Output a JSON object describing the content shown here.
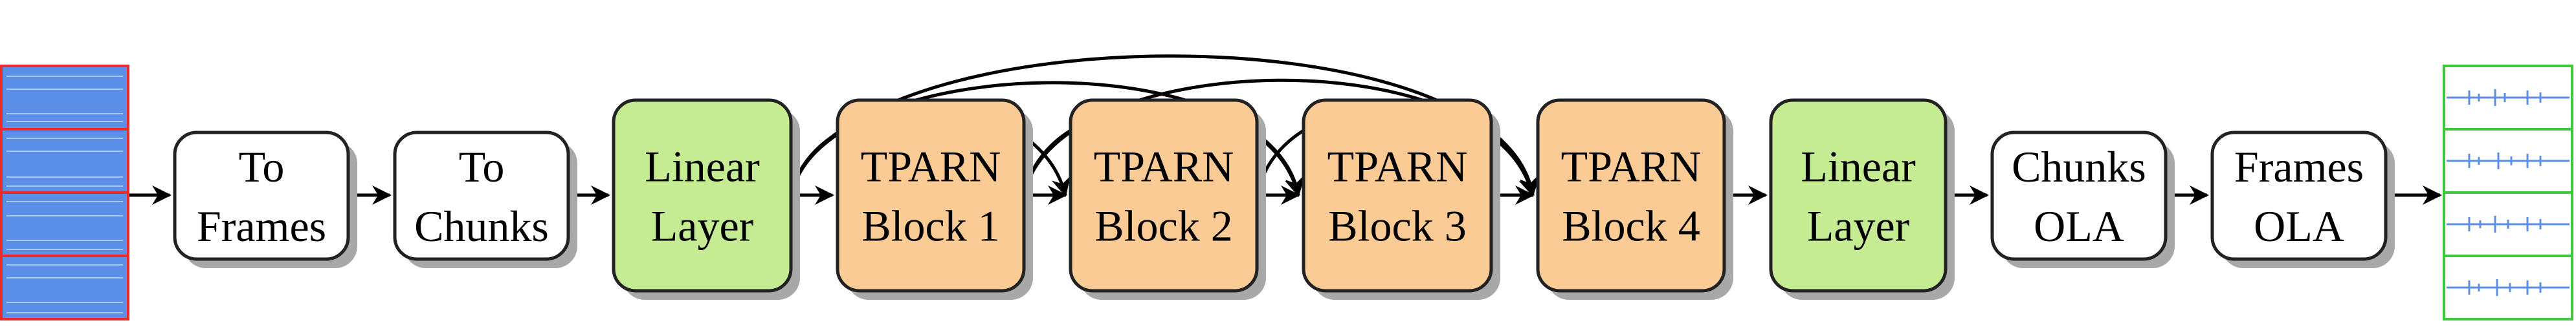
{
  "diagram": {
    "input_wave": {
      "color": "#5b8fe8",
      "frame_color": "#ee2b2b",
      "count": 4
    },
    "output_wave": {
      "color": "#5b8fe8",
      "frame_color": "#3ec73e",
      "count": 4
    },
    "blocks": [
      {
        "id": "to-frames",
        "lines": [
          "To",
          "Frames"
        ],
        "kind": "plain"
      },
      {
        "id": "to-chunks",
        "lines": [
          "To",
          "Chunks"
        ],
        "kind": "plain"
      },
      {
        "id": "linear-1",
        "lines": [
          "Linear",
          "Layer"
        ],
        "kind": "linear"
      },
      {
        "id": "tparn-1",
        "lines": [
          "TPARN",
          "Block 1"
        ],
        "kind": "tparn"
      },
      {
        "id": "tparn-2",
        "lines": [
          "TPARN",
          "Block 2"
        ],
        "kind": "tparn"
      },
      {
        "id": "tparn-3",
        "lines": [
          "TPARN",
          "Block 3"
        ],
        "kind": "tparn"
      },
      {
        "id": "tparn-4",
        "lines": [
          "TPARN",
          "Block 4"
        ],
        "kind": "tparn"
      },
      {
        "id": "linear-2",
        "lines": [
          "Linear",
          "Layer"
        ],
        "kind": "linear"
      },
      {
        "id": "chunks-ola",
        "lines": [
          "Chunks",
          "OLA"
        ],
        "kind": "plain"
      },
      {
        "id": "frames-ola",
        "lines": [
          "Frames",
          "OLA"
        ],
        "kind": "plain"
      }
    ],
    "colors": {
      "plain": "#ffffff",
      "linear": "#c6ec93",
      "tparn": "#fbcb96",
      "stroke": "#222222",
      "shadow": "#a8a8a8"
    }
  }
}
